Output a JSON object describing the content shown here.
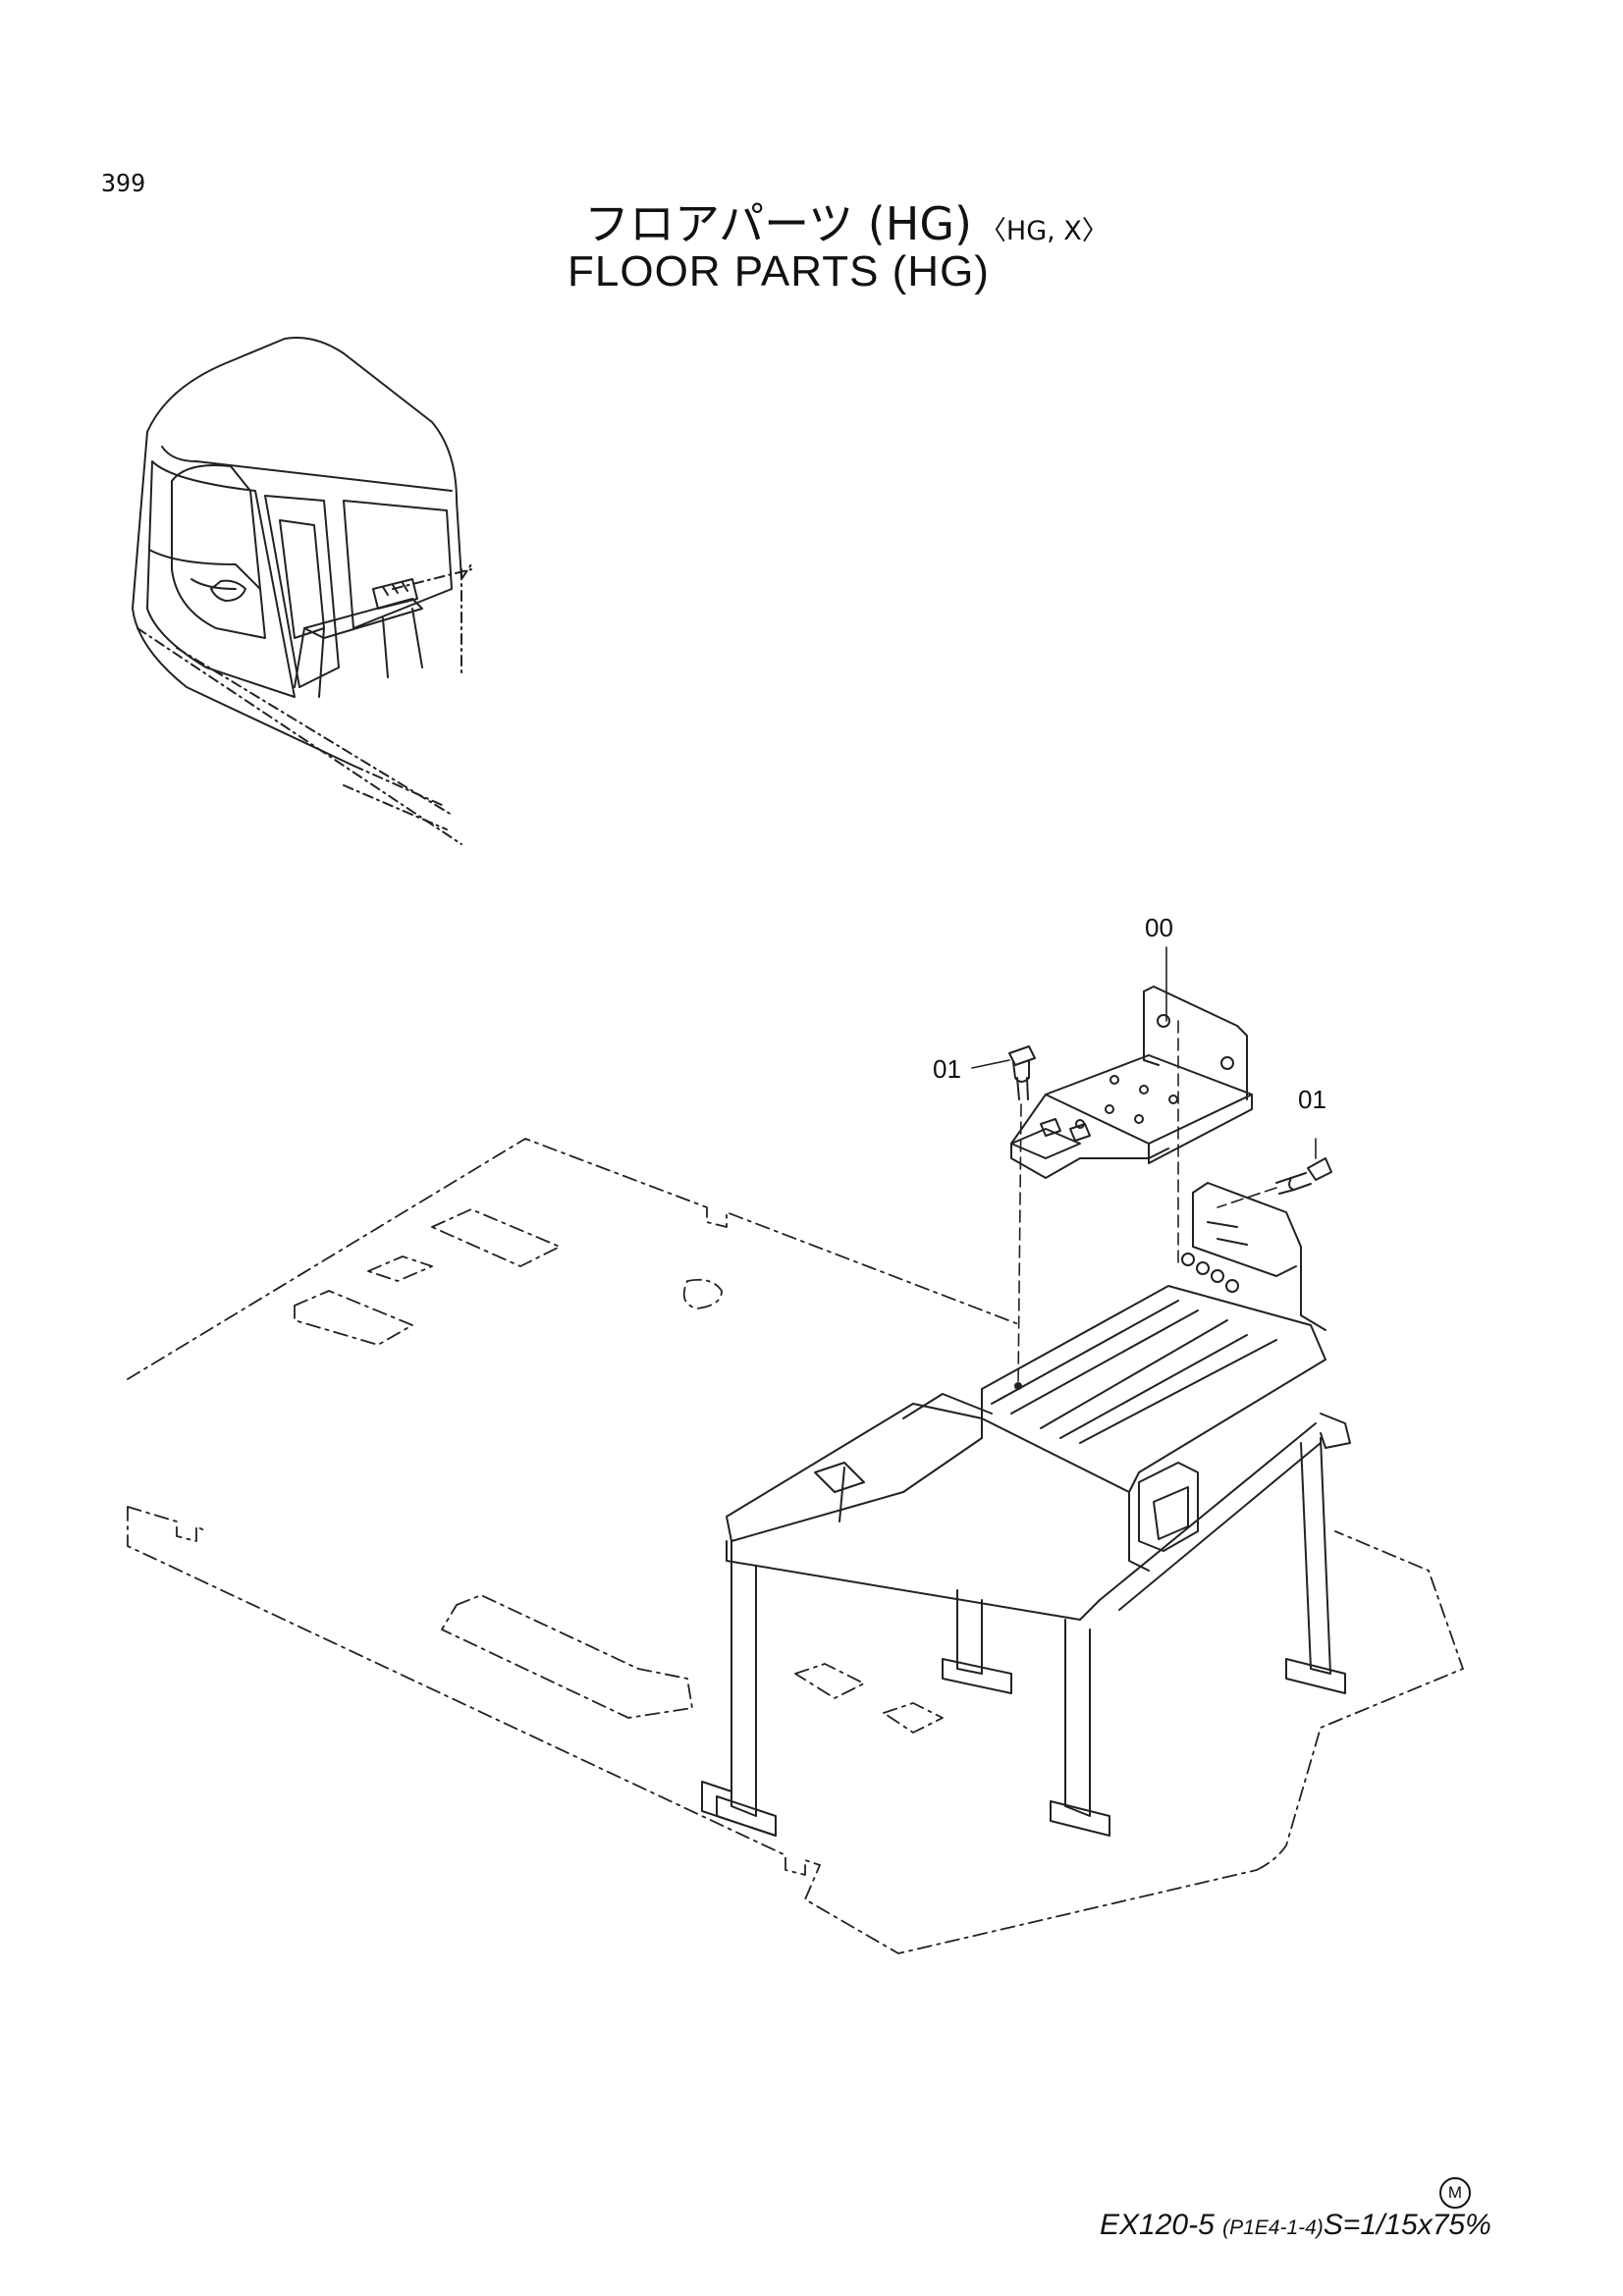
{
  "page": {
    "number": "399"
  },
  "title": {
    "ja": "フロアパーツ (HG)",
    "ja_variant": "〈HG, X〉",
    "en": "FLOOR PARTS (HG)"
  },
  "callouts": {
    "bracket": "00",
    "bolt_left": "01",
    "bolt_right": "01"
  },
  "footer": {
    "mark": "M",
    "model": "EX120-5",
    "code": "(P1E4-1-4)",
    "scale": "S=1/15x75%"
  },
  "icons": [
    "cab-overview-icon",
    "floor-plate-icon",
    "seat-stand-icon",
    "bracket-icon",
    "bolt-icon"
  ]
}
